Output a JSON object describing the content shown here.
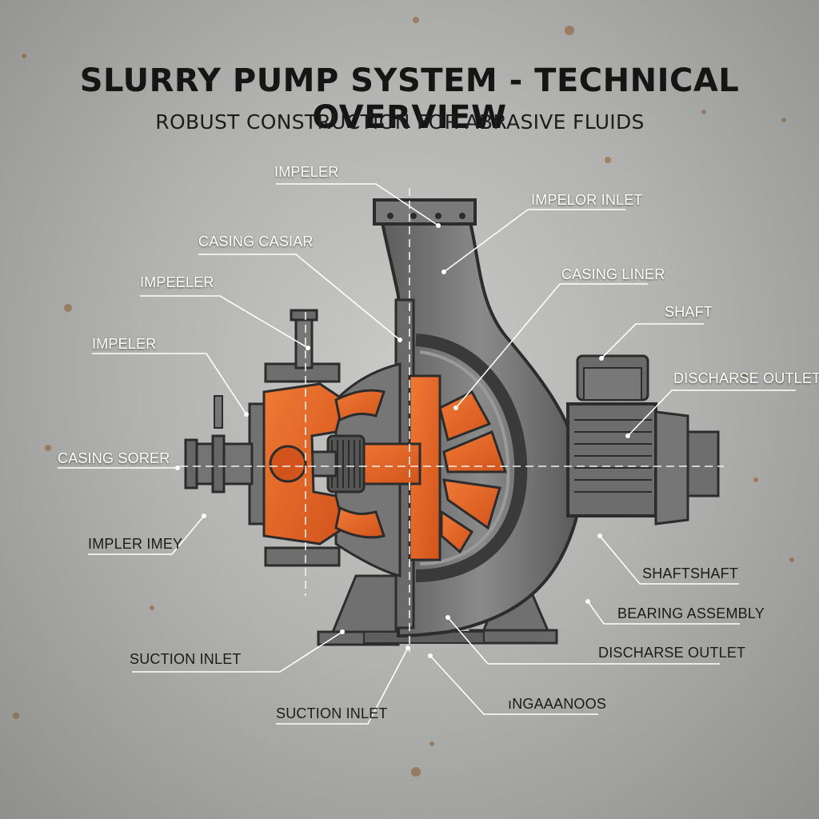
{
  "title": "SLURRY PUMP SYSTEM - TECHNICAL OVERVIEW",
  "subtitle": "ROBUST CONSTRUCTION FOR ABRASIVE FLUIDS",
  "labels": [
    {
      "id": "impeler-top",
      "text": "IMPELER"
    },
    {
      "id": "impelor-inlet",
      "text": "IMPELOR INLET"
    },
    {
      "id": "casing-casiar",
      "text": "CASING CASIAR"
    },
    {
      "id": "casing-liner",
      "text": "CASING LINER"
    },
    {
      "id": "impeeler",
      "text": "IMPEELER"
    },
    {
      "id": "shaft",
      "text": "SHAFT"
    },
    {
      "id": "impeler-left",
      "text": "IMPELER"
    },
    {
      "id": "discharse-outlet-right",
      "text": "DISCHARSE OUTLET"
    },
    {
      "id": "casing-sorer",
      "text": "CASING SORER"
    },
    {
      "id": "impler-imey",
      "text": "IMPLER IMEY"
    },
    {
      "id": "shaftshaft",
      "text": "SHAFTSHAFT"
    },
    {
      "id": "bearing-assembly",
      "text": "BEARING ASSEMBLY"
    },
    {
      "id": "suction-inlet-left",
      "text": "SUCTION INLET"
    },
    {
      "id": "discharse-outlet-bottom",
      "text": "DISCHARSE OUTLET"
    },
    {
      "id": "suction-inlet-bottom",
      "text": "SUCTION INLET"
    },
    {
      "id": "ingaaanoos",
      "text": "ıNGAAANOOS"
    }
  ],
  "colors": {
    "casing": "#6f6f6f",
    "casing_dark": "#3f3f3f",
    "wear_parts": "#e8692a",
    "leader_lines": "#ffffff"
  }
}
